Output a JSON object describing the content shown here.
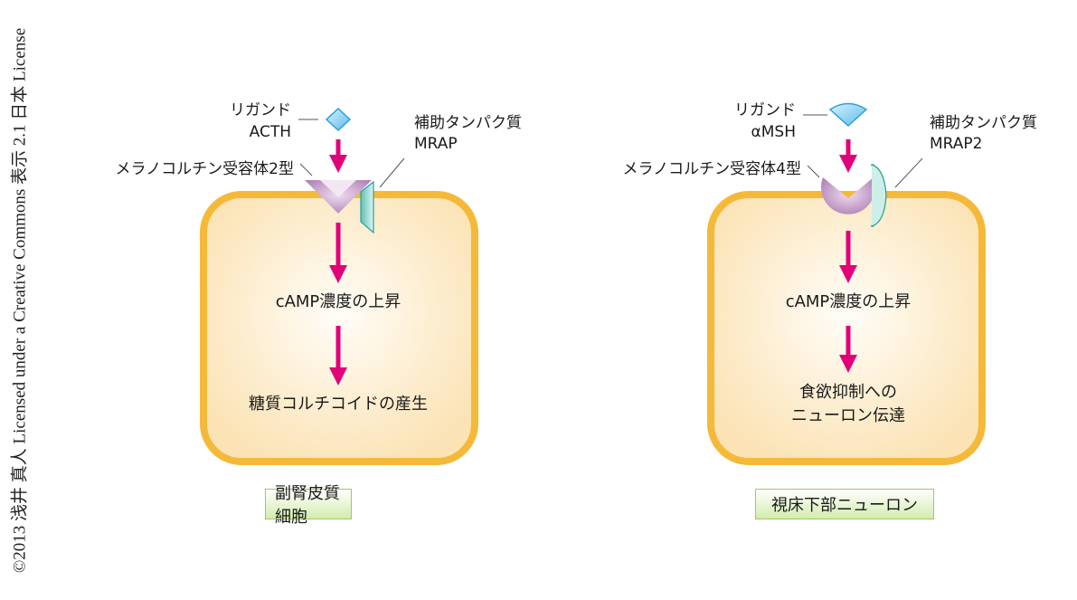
{
  "copyright": "©2013 浅井 真人 Licensed under a Creative Commons 表示 2.1 日本 License",
  "colors": {
    "cell_border": "#f5b93a",
    "cell_fill": "#fdebc8",
    "arrow": "#e2007a",
    "receptor": "#c49ac7",
    "accessory": "#7fd0c8",
    "ligand": "#6ec6f0"
  },
  "left": {
    "ligand_label": "リガンド",
    "ligand_name": "ACTH",
    "receptor_label": "メラノコルチン受容体2型",
    "accessory_label": "補助タンパク質",
    "accessory_name": "MRAP",
    "step1": "cAMP濃度の上昇",
    "step2": "糖質コルチコイドの産生",
    "cell_name": "副腎皮質細胞"
  },
  "right": {
    "ligand_label": "リガンド",
    "ligand_name": "αMSH",
    "receptor_label": "メラノコルチン受容体4型",
    "accessory_label": "補助タンパク質",
    "accessory_name": "MRAP2",
    "step1": "cAMP濃度の上昇",
    "step2_line1": "食欲抑制への",
    "step2_line2": "ニューロン伝達",
    "cell_name": "視床下部ニューロン"
  }
}
